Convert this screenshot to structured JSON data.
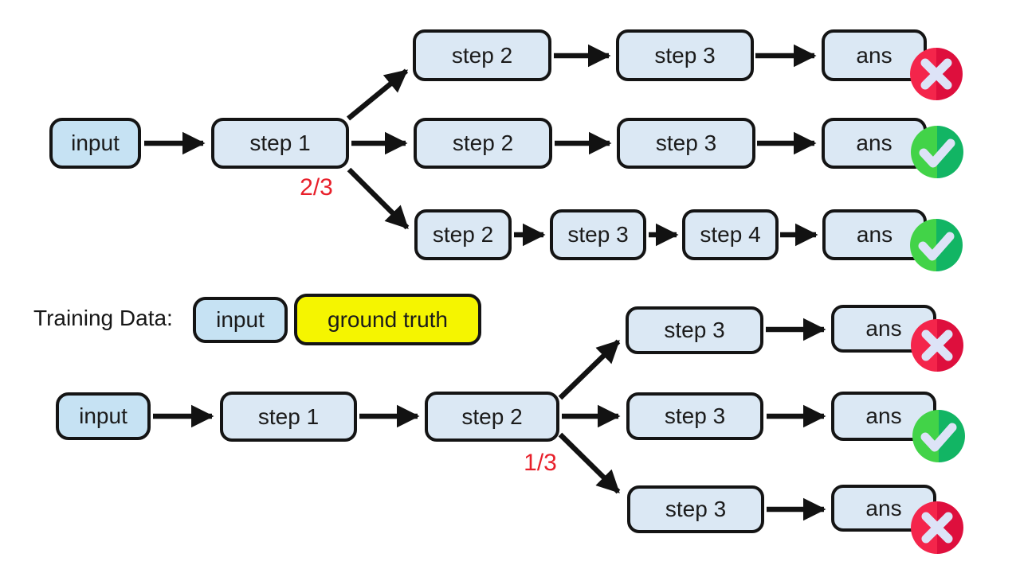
{
  "colors": {
    "background": "#ffffff",
    "node_fill": "#dbe8f4",
    "input_fill": "#c6e2f3",
    "ground_truth_fill": "#f5f500",
    "node_border": "#141414",
    "arrow": "#121212",
    "fraction_red": "#e81f2a",
    "incorrect_badge_left": "#f4254b",
    "incorrect_badge_right": "#de0f3d",
    "correct_badge_left": "#42d348",
    "correct_badge_right": "#12b564",
    "badge_glyph": "#dde3f7"
  },
  "top_tree": {
    "input": "input",
    "step1": "step 1",
    "score": "2/3",
    "branches": [
      {
        "nodes": [
          "step 2",
          "step 3",
          "ans"
        ],
        "result": "incorrect"
      },
      {
        "nodes": [
          "step 2",
          "step 3",
          "ans"
        ],
        "result": "correct"
      },
      {
        "nodes": [
          "step 2",
          "step 3",
          "step 4",
          "ans"
        ],
        "result": "correct"
      }
    ]
  },
  "training_data": {
    "label": "Training Data:",
    "input": "input",
    "ground_truth": "ground truth"
  },
  "bottom_tree": {
    "input": "input",
    "step1": "step 1",
    "step2": "step 2",
    "score": "1/3",
    "branches": [
      {
        "nodes": [
          "step 3",
          "ans"
        ],
        "result": "incorrect"
      },
      {
        "nodes": [
          "step 3",
          "ans"
        ],
        "result": "correct"
      },
      {
        "nodes": [
          "step 3",
          "ans"
        ],
        "result": "incorrect"
      }
    ]
  }
}
